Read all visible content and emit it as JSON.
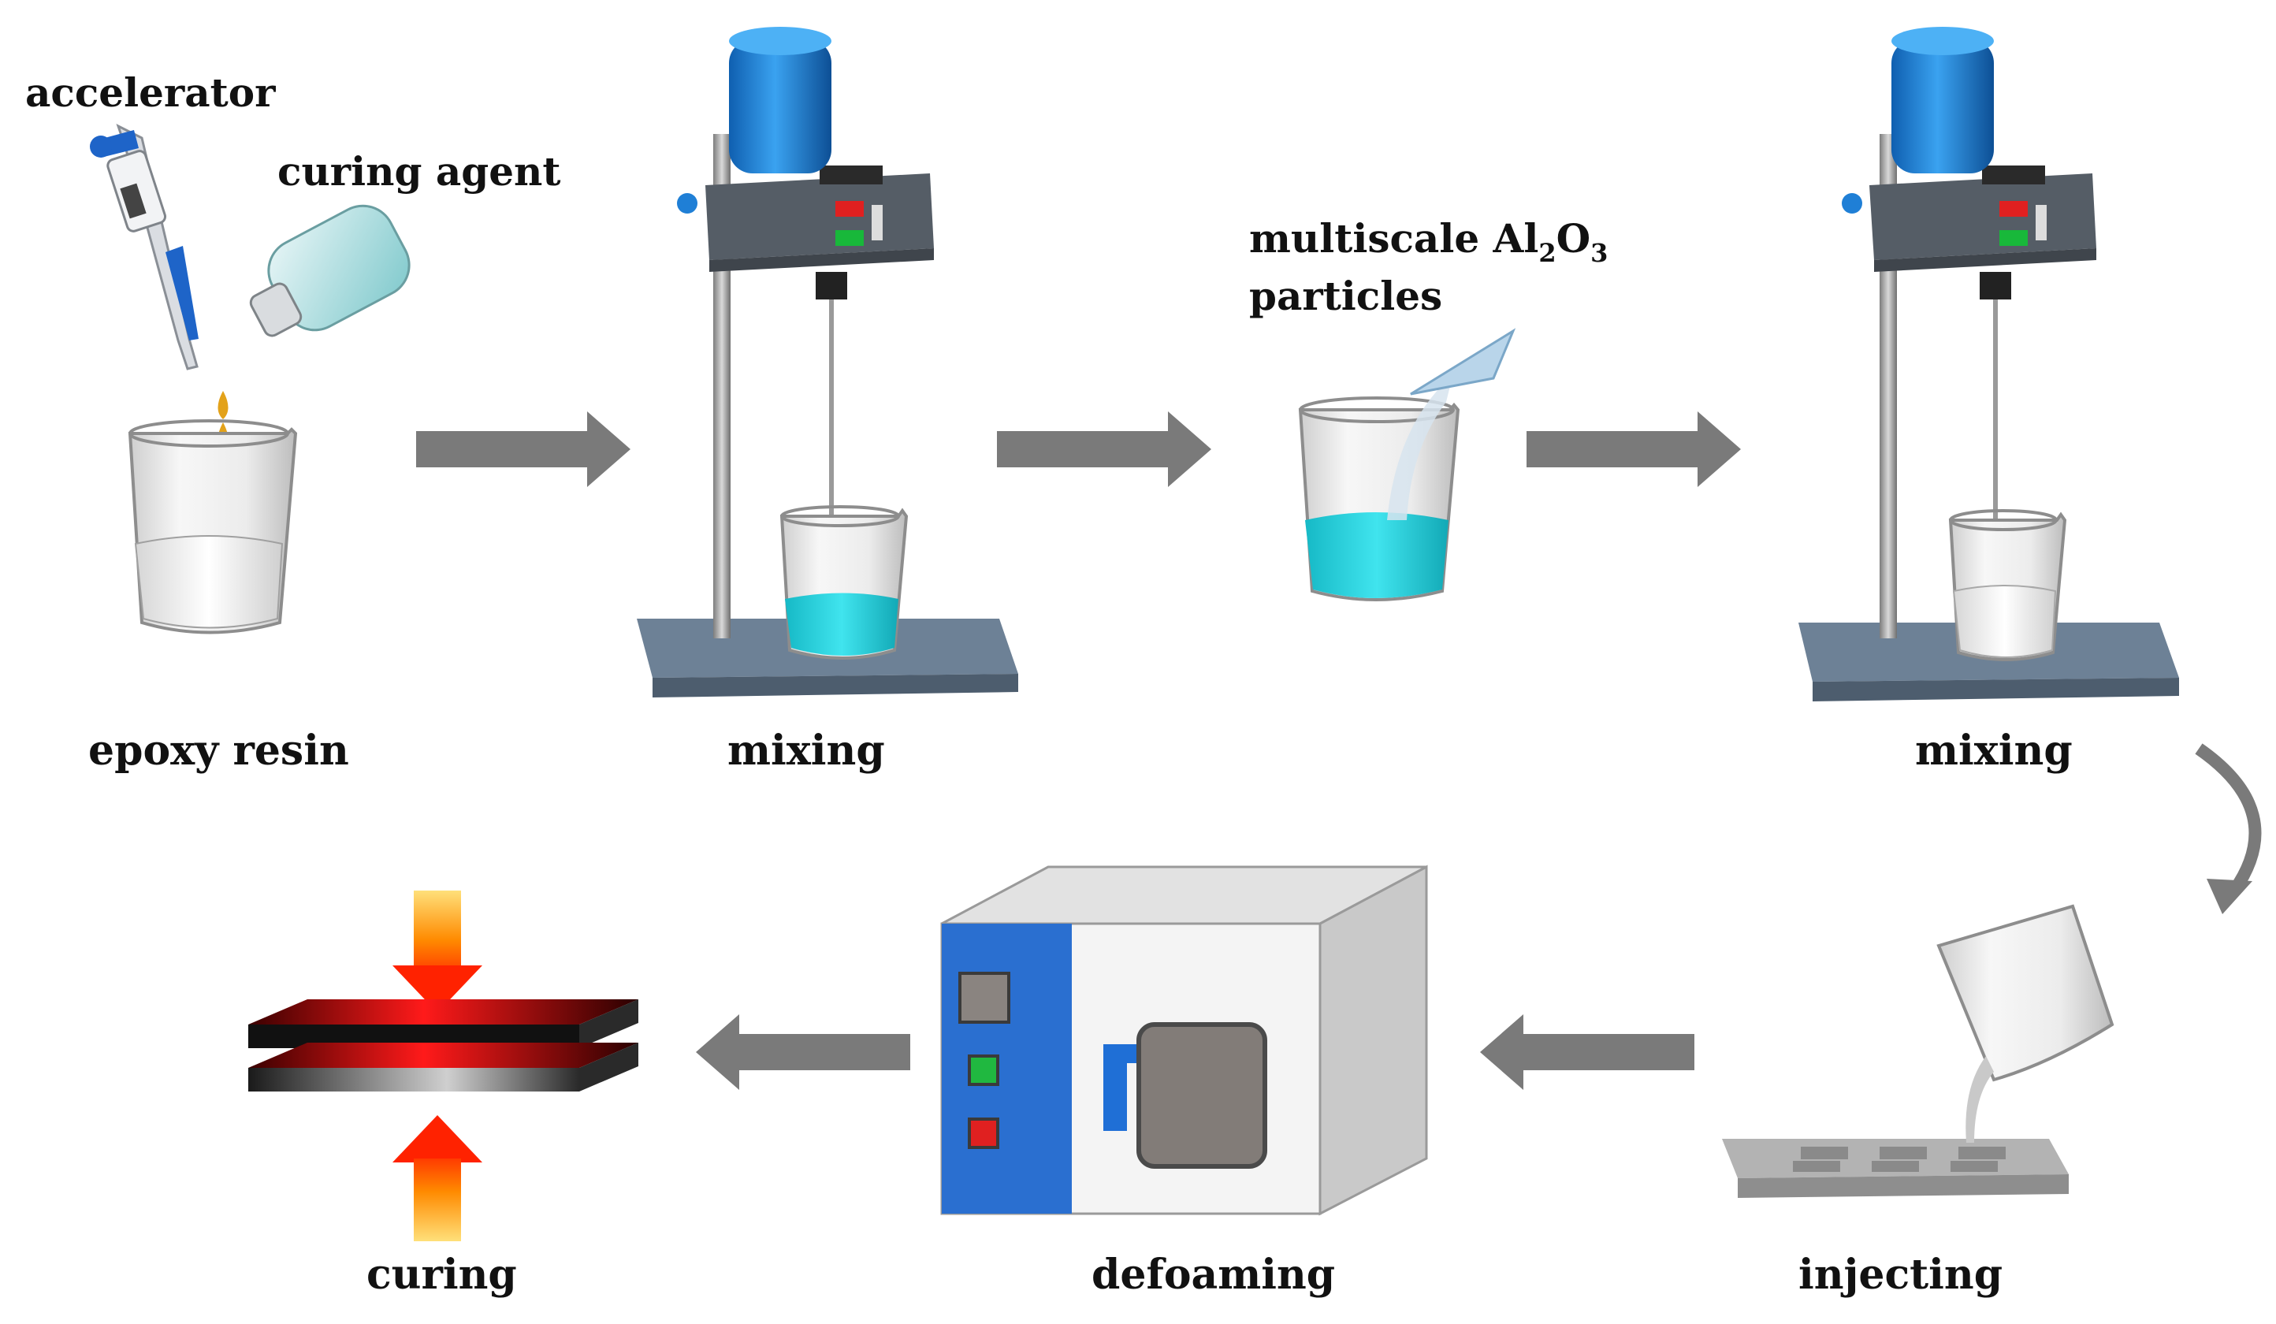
{
  "labels": {
    "accelerator": "accelerator",
    "curing_agent": "curing agent",
    "epoxy_resin": "epoxy resin",
    "mixing_1": "mixing",
    "particles_line1": "multiscale Al",
    "particles_sub1": "2",
    "particles_o": "O",
    "particles_sub2": "3",
    "particles_line2": "particles",
    "mixing_2": "mixing",
    "injecting": "injecting",
    "defoaming": "defoaming",
    "curing": "curing"
  },
  "colors": {
    "arrow": "#7a7a7a",
    "liquid_cyan": "#22d3e0",
    "motor_blue": "#1f7fd6",
    "panel_blue": "#2a6fd0",
    "heat_red": "#e01010",
    "heat_orange": "#ff7a00",
    "stand_slate": "#6d8196"
  }
}
